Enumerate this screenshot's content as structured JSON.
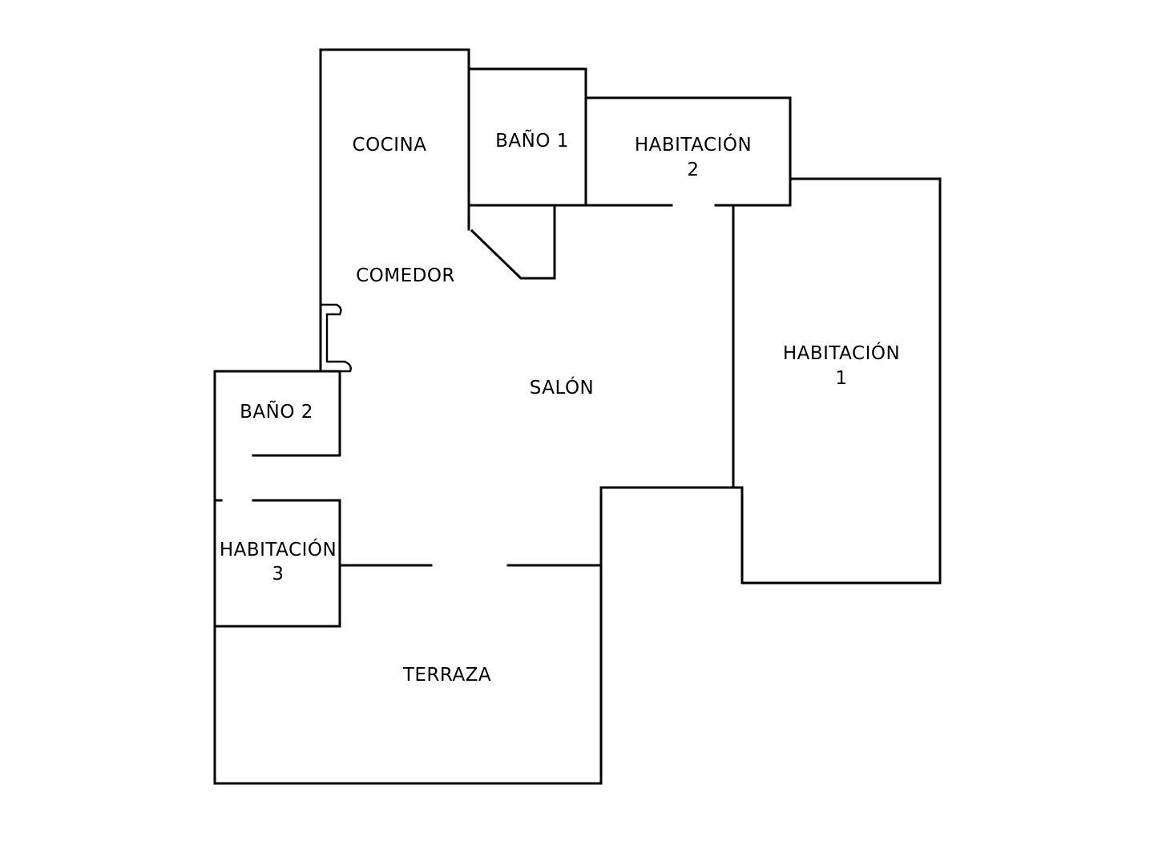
{
  "floorplan": {
    "wall_color": "#000000",
    "background": "#ffffff",
    "rooms": {
      "cocina": "COCINA",
      "bano1": "BAÑO 1",
      "habitacion2_line1": "HABITACIÓN",
      "habitacion2_line2": "2",
      "comedor": "COMEDOR",
      "habitacion1_line1": "HABITACIÓN",
      "habitacion1_line2": "1",
      "salon": "SALÓN",
      "bano2": "BAÑO 2",
      "habitacion3_line1": "HABITACIÓN",
      "habitacion3_line2": "3",
      "terraza": "TERRAZA"
    }
  }
}
